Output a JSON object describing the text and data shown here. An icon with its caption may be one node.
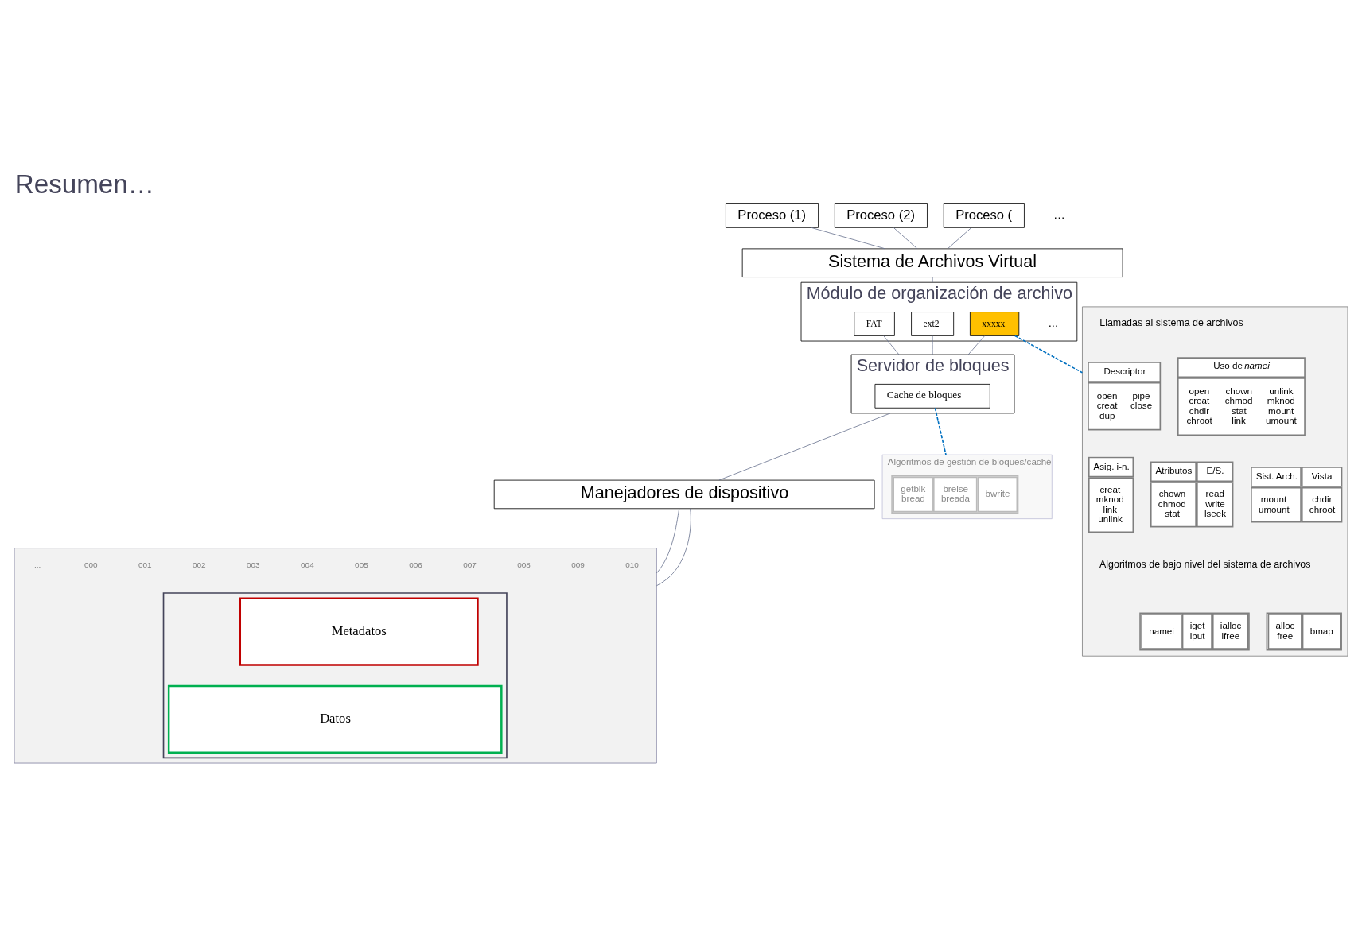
{
  "diagram": {
    "title": "Resumen…",
    "nodes": [
      {
        "text": [
          "Proceso (1)"
        ]
      },
      {
        "text": [
          "Proceso (2)"
        ]
      },
      {
        "text": [
          "Proceso ("
        ]
      },
      {
        "text": [
          "Sistema de Archivos Virtual"
        ]
      },
      {
        "text": [
          "Módulo de organización de archivo"
        ]
      },
      {
        "text": [
          "ext2"
        ],
        "in": 4
      },
      {
        "text": [
          "FAT"
        ],
        "in": 4
      },
      {
        "text": [
          "xxxxx"
        ],
        "in": 4
      },
      {
        "text": [
          "Servidor de bloques"
        ]
      },
      {
        "text": [
          "Cache de bloques"
        ],
        "in": 8
      },
      {
        "text": [
          "Manejadores de dispositivo"
        ]
      },
      {
        "text": [],
        "shape": "box"
      },
      {
        "text": [],
        "shape": "bar",
        "in": 11
      },
      {
        "text": [
          "Metadatos"
        ],
        "in": 12
      },
      {
        "text": [
          "Datos"
        ],
        "in": 12
      },
      {
        "text": [],
        "shape": "box"
      },
      {
        "text": [
          "Descriptor",
          "open creat dup",
          "pipe close"
        ],
        "in": 15
      },
      {
        "text": [
          "Uso de *namei*",
          "open creat chdir chroot",
          "chown chmod stat link",
          "unlink mknod mount umount"
        ],
        "in": 15
      },
      {
        "text": [
          "Asig. i-n.",
          "creat mknod link unlink"
        ],
        "in": 15
      },
      {
        "text": [
          "Atributos",
          "E/S.",
          "chown chmod stat",
          "read write lseek"
        ],
        "in": 15
      },
      {
        "text": [
          "Sist. Arch.",
          "Vista",
          "mount umount",
          "chdir chroot"
        ],
        "in": 15
      },
      {
        "text": [
          "namei",
          "iget iput",
          "ialloc ifree"
        ],
        "in": 15
      },
      {
        "text": [
          "alloc free",
          "bmap"
        ],
        "in": 15
      },
      {
        "text": [
          "Algoritmos de gestión de bloques/caché"
        ]
      },
      {
        "text": [
          "getblk bread",
          "brelse breada",
          "bwrite"
        ],
        "in": 23
      }
    ],
    "edges": [
      {
        "from": 0,
        "to": 3,
        "arrow": "none"
      },
      {
        "from": 1,
        "to": 3,
        "arrow": "none"
      },
      {
        "from": 2,
        "to": 3,
        "arrow": "none"
      },
      {
        "from": 3,
        "to": 4,
        "arrow": "none"
      },
      {
        "from": 5,
        "to": 8,
        "arrow": "none"
      },
      {
        "from": 6,
        "to": 8,
        "arrow": "none"
      },
      {
        "from": 7,
        "to": 8,
        "arrow": "none"
      },
      {
        "from": 8,
        "to": 10,
        "arrow": "none"
      },
      {
        "from": 10,
        "to": 11,
        "arrow": "none"
      },
      {
        "from": 10,
        "to": 11,
        "arrow": "none"
      },
      {
        "from": 7,
        "to": 15,
        "arrow": "none",
        "style": "dashed",
        "color": "#0070c0"
      },
      {
        "from": 9,
        "to": 23,
        "arrow": "none",
        "style": "dashed",
        "color": "#0070c0"
      }
    ],
    "labels": [
      "…",
      "...",
      "Llamadas al sistema de archivos",
      "Algoritmos de bajo nivel del sistema de archivos",
      "000",
      "001",
      "002",
      "003",
      "004",
      "005",
      "006",
      "007",
      "008",
      "009",
      "010",
      "..."
    ]
  }
}
